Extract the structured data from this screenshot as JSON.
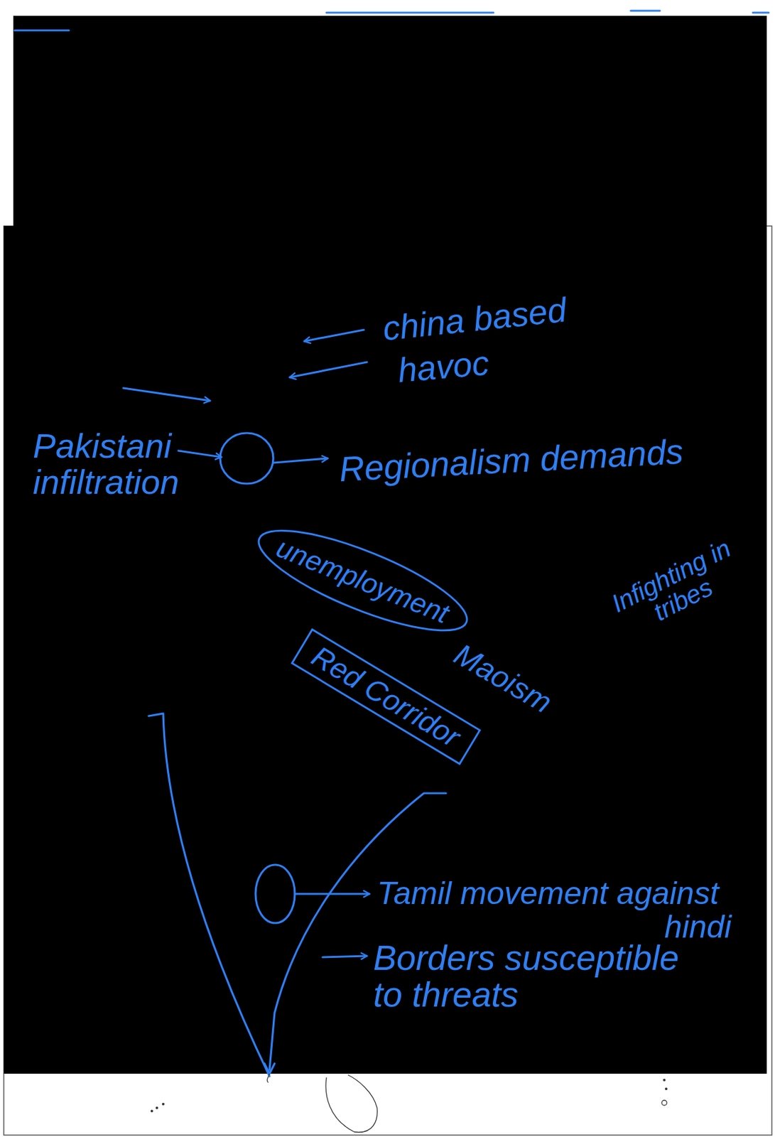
{
  "diagram": {
    "nodes": [
      {
        "text": [
          "unemployment"
        ]
      },
      {
        "text": [
          "Red Corridor"
        ]
      }
    ],
    "labels": [
      "china based",
      "havoc",
      "Pakistani infiltration",
      "Regionalism demands",
      "Maoism",
      "Infighting in tribes",
      "Tamil movement against hindi",
      "Borders susceptible to threats"
    ]
  }
}
